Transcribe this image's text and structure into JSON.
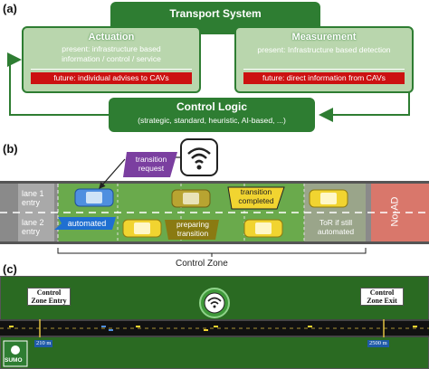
{
  "panel_a": {
    "label": "(a)",
    "transport_system": "Transport System",
    "actuation": {
      "title": "Actuation",
      "present_line1": "present: infrastructure based",
      "present_line2": "information / control / service",
      "future": "future: individual advises to CAVs"
    },
    "measurement": {
      "title": "Measurement",
      "present": "present: Infrastructure based detection",
      "future": "future: direct information from CAVs"
    },
    "control_logic": {
      "title": "Control Logic",
      "text": "(strategic, standard, heuristic, AI-based, ...)"
    },
    "colors": {
      "dark_green": "#2e7d32",
      "light_green": "#b9d6ad",
      "red": "#cc1111"
    }
  },
  "panel_b": {
    "label": "(b)",
    "lane1_line1": "lane 1",
    "lane1_line2": "entry",
    "lane2_line1": "lane 2",
    "lane2_line2": "entry",
    "transition_request_line1": "transition",
    "transition_request_line2": "request",
    "automated": "automated",
    "preparing_line1": "preparing",
    "preparing_line2": "transition",
    "completed_line1": "transition",
    "completed_line2": "completed",
    "tor_line1": "ToR if still",
    "tor_line2": "automated",
    "no_ad": "No-AD",
    "control_zone": "Control Zone",
    "colors": {
      "road": "#888888",
      "control_zone": "#6aaa4c",
      "purple": "#7b3fa0",
      "blue": "#1f6fd1",
      "olive": "#8a7a12",
      "yellow": "#f1d430",
      "red_zone": "#d9776b"
    }
  },
  "panel_c": {
    "label": "(c)",
    "entry_line1": "Control",
    "entry_line2": "Zone Entry",
    "exit_line1": "Control",
    "exit_line2": "Zone Exit",
    "distance_start": "210 m",
    "distance_end": "2500 m",
    "sumo": "SUMO"
  }
}
